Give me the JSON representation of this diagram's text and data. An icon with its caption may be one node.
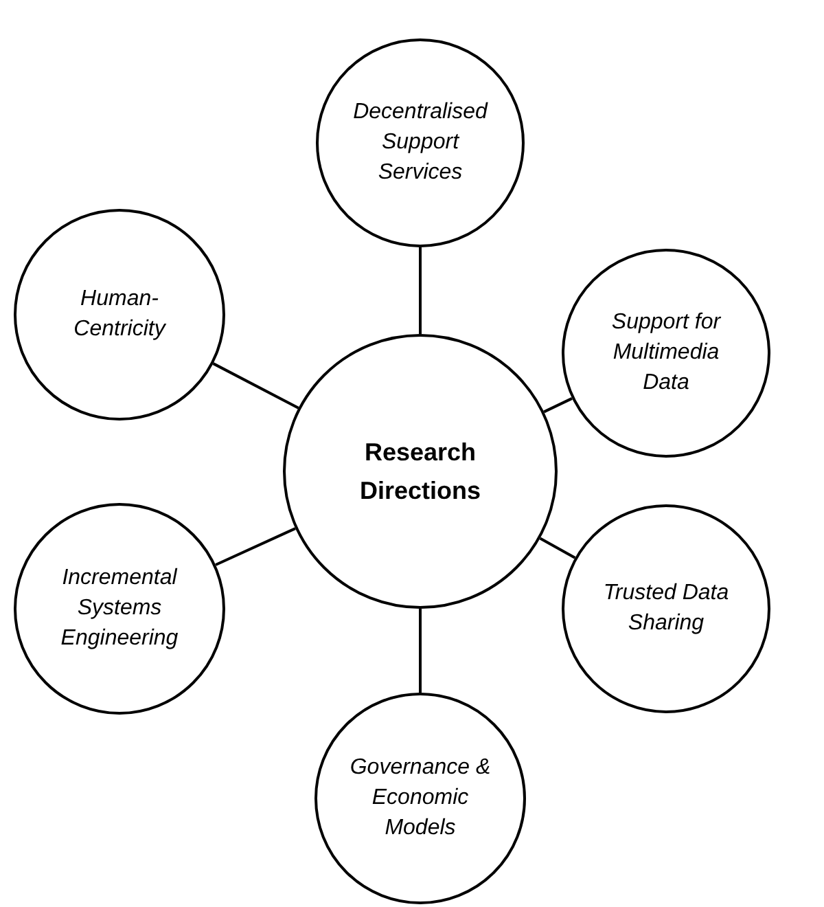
{
  "diagram": {
    "nodes": [
      {
        "text": [
          "Research Directions"
        ]
      },
      {
        "text": [
          "Decentralised Support Services"
        ]
      },
      {
        "text": [
          "Support for Multimedia Data"
        ]
      },
      {
        "text": [
          "Trusted Data Sharing"
        ]
      },
      {
        "text": [
          "Governance & Economic Models"
        ]
      },
      {
        "text": [
          "Incremental Systems Engineering"
        ]
      },
      {
        "text": [
          "Human- Centricity"
        ]
      }
    ],
    "edges": [
      {
        "from": 0,
        "to": 1,
        "arrow": "none"
      },
      {
        "from": 0,
        "to": 2,
        "arrow": "none"
      },
      {
        "from": 0,
        "to": 3,
        "arrow": "none"
      },
      {
        "from": 0,
        "to": 4,
        "arrow": "none"
      },
      {
        "from": 0,
        "to": 5,
        "arrow": "none"
      },
      {
        "from": 0,
        "to": 6,
        "arrow": "none"
      }
    ]
  }
}
